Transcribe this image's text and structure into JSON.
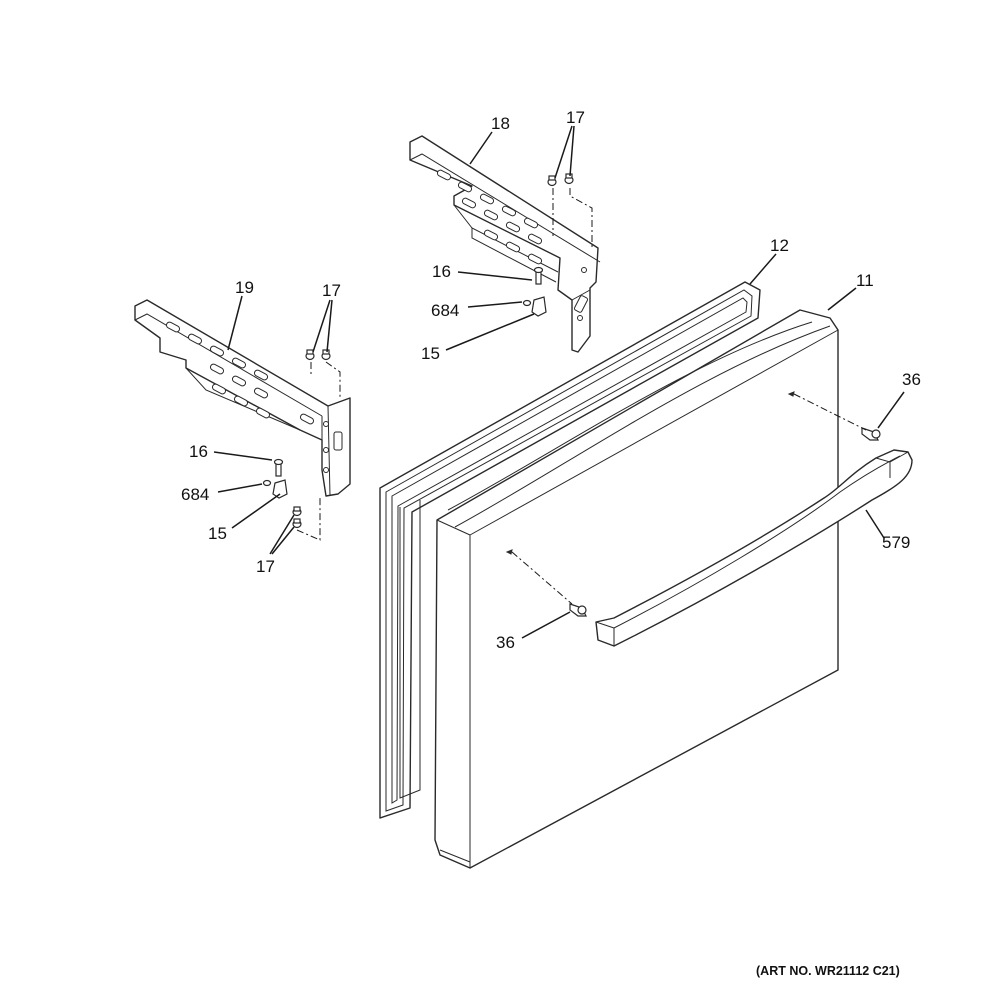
{
  "callouts": {
    "c18": "18",
    "c17_top": "17",
    "c12": "12",
    "c11": "11",
    "c16_top": "16",
    "c684_top": "684",
    "c15_top": "15",
    "c19": "19",
    "c17_left": "17",
    "c36_right": "36",
    "c16_left": "16",
    "c684_left": "684",
    "c15_left": "15",
    "c17_bottom": "17",
    "c579": "579",
    "c36_left": "36"
  },
  "art_number": "(ART NO. WR21112 C21)"
}
